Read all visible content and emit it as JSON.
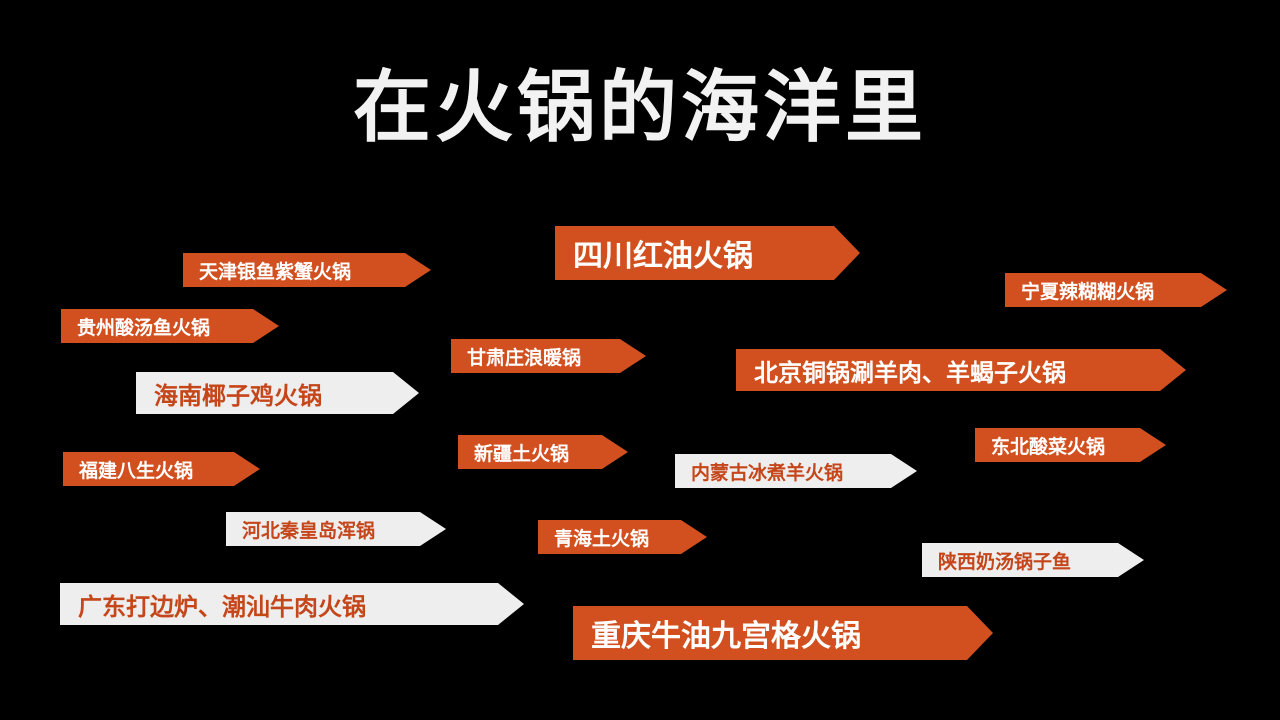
{
  "title": "在火锅的海洋里",
  "colors": {
    "background": "#000000",
    "tag_orange": "#d2501f",
    "tag_white": "#eeeeee",
    "white_tag_text": "#c5461a"
  },
  "tags": {
    "tianjin": "天津银鱼紫蟹火锅",
    "sichuan": "四川红油火锅",
    "ningxia": "宁夏辣糊糊火锅",
    "guizhou": "贵州酸汤鱼火锅",
    "gansu": "甘肃庄浪暖锅",
    "beijing": "北京铜锅涮羊肉、羊蝎子火锅",
    "hainan": "海南椰子鸡火锅",
    "xinjiang": "新疆土火锅",
    "dongbei": "东北酸菜火锅",
    "fujian": "福建八生火锅",
    "neimenggu": "内蒙古冰煮羊火锅",
    "hebei": "河北秦皇岛浑锅",
    "qinghai": "青海土火锅",
    "shaanxi": "陕西奶汤锅子鱼",
    "guangdong": "广东打边炉、潮汕牛肉火锅",
    "chongqing": "重庆牛油九宫格火锅"
  }
}
